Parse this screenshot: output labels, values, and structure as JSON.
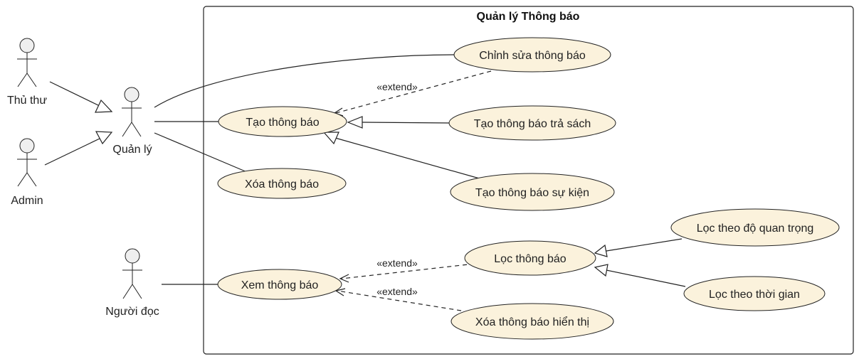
{
  "system": {
    "title": "Quản lý  Thông báo"
  },
  "actors": {
    "thu_thu": "Thủ thư",
    "admin": "Admin",
    "quan_ly": "Quản lý",
    "nguoi_doc": "Người đọc"
  },
  "use_cases": {
    "chinh_sua": "Chỉnh sửa thông báo",
    "tao": "Tạo thông báo",
    "tao_tra_sach": "Tạo thông báo trả sách",
    "tao_su_kien": "Tạo thông báo sự kiện",
    "xoa": "Xóa thông báo",
    "loc": "Lọc thông báo",
    "loc_quan_trong": "Lọc theo độ quan trọng",
    "loc_thoi_gian": "Lọc theo thời gian",
    "xem": "Xem thông báo",
    "xoa_hien_thi": "Xóa thông báo hiển thị"
  },
  "relations": {
    "extend_label": "«extend»"
  }
}
